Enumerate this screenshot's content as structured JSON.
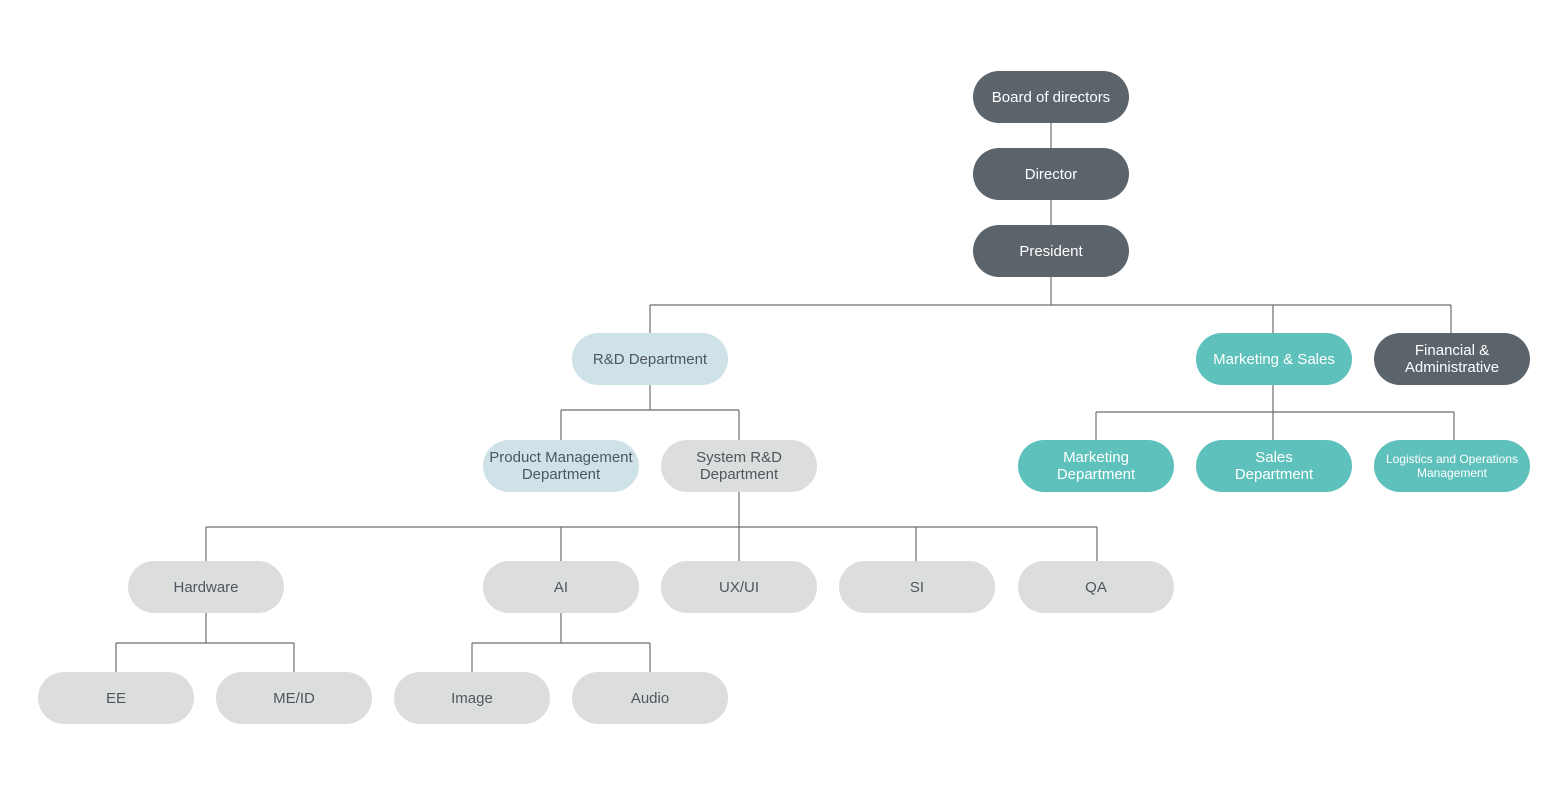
{
  "colors": {
    "dark": "#5b636b",
    "light_blue": "#cfe2e8",
    "teal": "#5fc1bc",
    "grey": "#dcdddd",
    "connector": "#6e6e6e"
  },
  "nodes": {
    "board": {
      "line1": "Board of directors",
      "line2": ""
    },
    "director": {
      "line1": "Director",
      "line2": ""
    },
    "president": {
      "line1": "President",
      "line2": ""
    },
    "rd": {
      "line1": "R&D Department",
      "line2": ""
    },
    "marketing_sales": {
      "line1": "Marketing & Sales",
      "line2": ""
    },
    "financial": {
      "line1": "Financial &",
      "line2": "Administrative"
    },
    "product_mgmt": {
      "line1": "Product Management",
      "line2": "Department"
    },
    "system_rd": {
      "line1": "System R&D",
      "line2": "Department"
    },
    "marketing_dept": {
      "line1": "Marketing",
      "line2": "Department"
    },
    "sales_dept": {
      "line1": "Sales",
      "line2": "Department"
    },
    "logistics": {
      "line1": "Logistics and Operations",
      "line2": "Management"
    },
    "hardware": {
      "line1": "Hardware",
      "line2": ""
    },
    "ai": {
      "line1": "AI",
      "line2": ""
    },
    "uxui": {
      "line1": "UX/UI",
      "line2": ""
    },
    "si": {
      "line1": "SI",
      "line2": ""
    },
    "qa": {
      "line1": "QA",
      "line2": ""
    },
    "ee": {
      "line1": "EE",
      "line2": ""
    },
    "meid": {
      "line1": "ME/ID",
      "line2": ""
    },
    "image": {
      "line1": "Image",
      "line2": ""
    },
    "audio": {
      "line1": "Audio",
      "line2": ""
    }
  }
}
